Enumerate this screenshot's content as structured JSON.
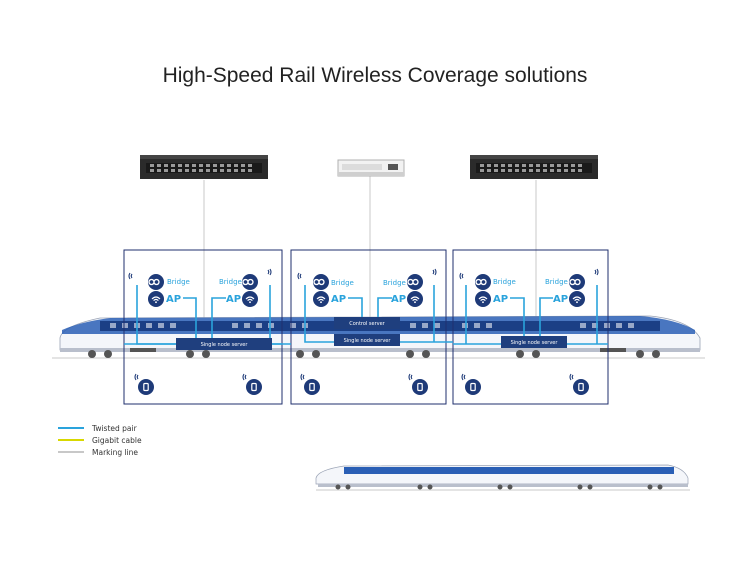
{
  "title": "High-Speed Rail Wireless Coverage solutions",
  "labels": {
    "bridge": "Bridge",
    "ap": "AP",
    "single_node_server": "Single node server",
    "control_server": "Control server"
  },
  "legend": [
    {
      "label": "Twisted pair",
      "color": "#2aa3dc"
    },
    {
      "label": "Gigabit cable",
      "color": "#d8d800"
    },
    {
      "label": "Marking line",
      "color": "#c8c8c8"
    }
  ],
  "colors": {
    "zone_border": "#1f2f6e",
    "cable": "#2aa3dc",
    "marking": "#c8c8c8",
    "icon": "#1e3a78",
    "train_window": "#2a5fb5"
  }
}
